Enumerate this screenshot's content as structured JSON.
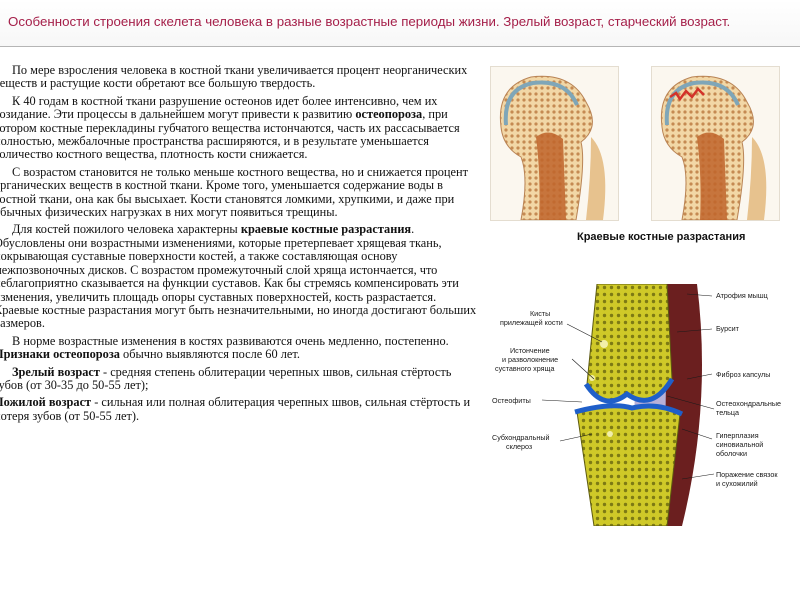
{
  "title": "Особенности  строения скелета человека в разные возрастные периоды жизни. Зрелый возраст, старческий возраст.",
  "paragraphs": [
    {
      "indent": true,
      "parts": [
        {
          "t": " По мере взросления человека в костной ткани увеличивается процент неорганических веществ и растущие кости обретают все большую твердость.",
          "b": false
        }
      ]
    },
    {
      "indent": true,
      "parts": [
        {
          "t": "К 40 годам в костной ткани разрушение остеонов идет более интенсивно, чем их созидание. Эти процессы в дальнейшем могут привести к развитию ",
          "b": false
        },
        {
          "t": "остеопороза",
          "b": true
        },
        {
          "t": ", при котором костные перекладины губчатого вещества истончаются, часть их рассасывается полностью, межбалочные пространства расширяются, и в результате уменьшается количество костного вещества, плотность кости снижается.",
          "b": false
        }
      ]
    },
    {
      "indent": true,
      "parts": [
        {
          "t": "С возрастом становится не только меньше костного вещества, но и снижается процент органических веществ в костной ткани. Кроме того, уменьшается содержание воды в костной ткани, она как бы высыхает. Кости становятся ломкими, хрупкими, и даже при обычных физических нагрузках в них могут появиться трещины.",
          "b": false
        }
      ]
    },
    {
      "indent": true,
      "parts": [
        {
          "t": "Для костей пожилого человека характерны ",
          "b": false
        },
        {
          "t": "краевые костные разрастания",
          "b": true
        },
        {
          "t": ". Обусловлены они возрастными изменениями, которые претерпевает хрящевая ткань, покрывающая суставные поверхности костей, а также составляющая основу межпозвоночных дисков. С возрастом промежуточный слой хряща истончается, что неблагоприятно сказывается на функции суставов. Как бы стремясь компенсировать эти изменения, увеличить площадь опоры суставных поверхностей, кость разрастается. Краевые костные разрастания могут быть незначительными, но иногда достигают больших размеров.",
          "b": false
        }
      ]
    },
    {
      "indent": true,
      "parts": [
        {
          "t": "В норме возрастные изменения в костях развиваются очень медленно, постепенно. ",
          "b": false
        },
        {
          "t": "Признаки остеопороза",
          "b": true
        },
        {
          "t": " обычно выявляются после 60 лет.",
          "b": false
        }
      ]
    },
    {
      "indent": true,
      "parts": [
        {
          "t": "Зрелый возраст",
          "b": true
        },
        {
          "t": " - средняя степень облитерации черепных швов, сильная стёртость зубов (от 30-35 до 50-55 лет);",
          "b": false
        }
      ]
    },
    {
      "indent": false,
      "parts": [
        {
          "t": "Пожилой возраст",
          "b": true
        },
        {
          "t": " - сильная или полная облитерация черепных швов, сильная стёртость и потеря зубов (от 50-55 лет).",
          "b": false
        }
      ]
    }
  ],
  "caption": "Краевые костные разрастания",
  "knee_labels": {
    "left": [
      "Кисты",
      "прилежащей кости",
      "Истончение",
      "и разволокнение",
      "суставного хряща",
      "Остеофиты",
      "Субхондральный",
      "склероз"
    ],
    "right": [
      "Атрофия мышц",
      "Бурсит",
      "Фиброз капсулы",
      "Остеохондральные",
      "тельца",
      "Гиперплазия",
      "синовиальной",
      "оболочки",
      "Поражение связок",
      "и сухожилий"
    ]
  },
  "colors": {
    "title": "#a5204a",
    "bone": "#c8c61c",
    "cartilage": "#1f5fc9",
    "muscle": "#6b1f1f"
  }
}
